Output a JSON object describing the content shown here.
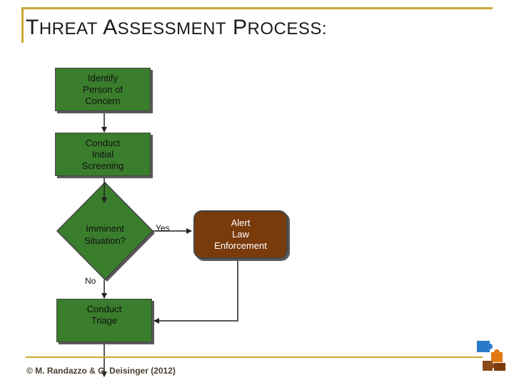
{
  "title": {
    "w1_cap": "T",
    "w1_rest": "HREAT",
    "w2_cap": "A",
    "w2_rest": "SSESSMENT",
    "w3_cap": "P",
    "w3_rest": "ROCESS:"
  },
  "flow": {
    "identify": "Identify\nPerson of\nConcern",
    "screening": "Conduct\nInitial\nScreening",
    "decision": "Imminent\nSituation?",
    "alert": "Alert\nLaw\nEnforcement",
    "triage": "Conduct\nTriage",
    "yes_label": "Yes",
    "no_label": "No"
  },
  "colors": {
    "process_fill": "#3a7d2c",
    "alert_fill": "#7a3b0c",
    "accent_gold": "#c8a830",
    "puzzle_blue": "#2a78c8",
    "puzzle_orange": "#e07a10",
    "puzzle_brown": "#8a4a1a"
  },
  "footer": {
    "text": "© M. Randazzo & G. Deisinger (2012)"
  },
  "icons": [
    "puzzle-logo-icon"
  ]
}
